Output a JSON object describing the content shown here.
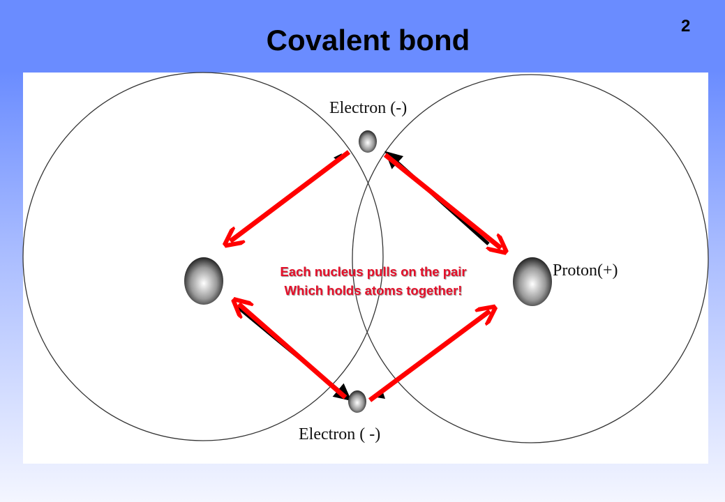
{
  "slide": {
    "title": "Covalent bond",
    "page_number": "2"
  },
  "diagram": {
    "labels": {
      "electron_top": "Electron (-)",
      "electron_bottom": "Electron ( -)",
      "proton": "Proton(+)"
    },
    "caption": [
      "Each nucleus pulls on the pair",
      "Which holds atoms together!"
    ],
    "colors": {
      "arrow": "#ff0000",
      "caption": "#e4102a",
      "header": "#6a8cff"
    }
  }
}
